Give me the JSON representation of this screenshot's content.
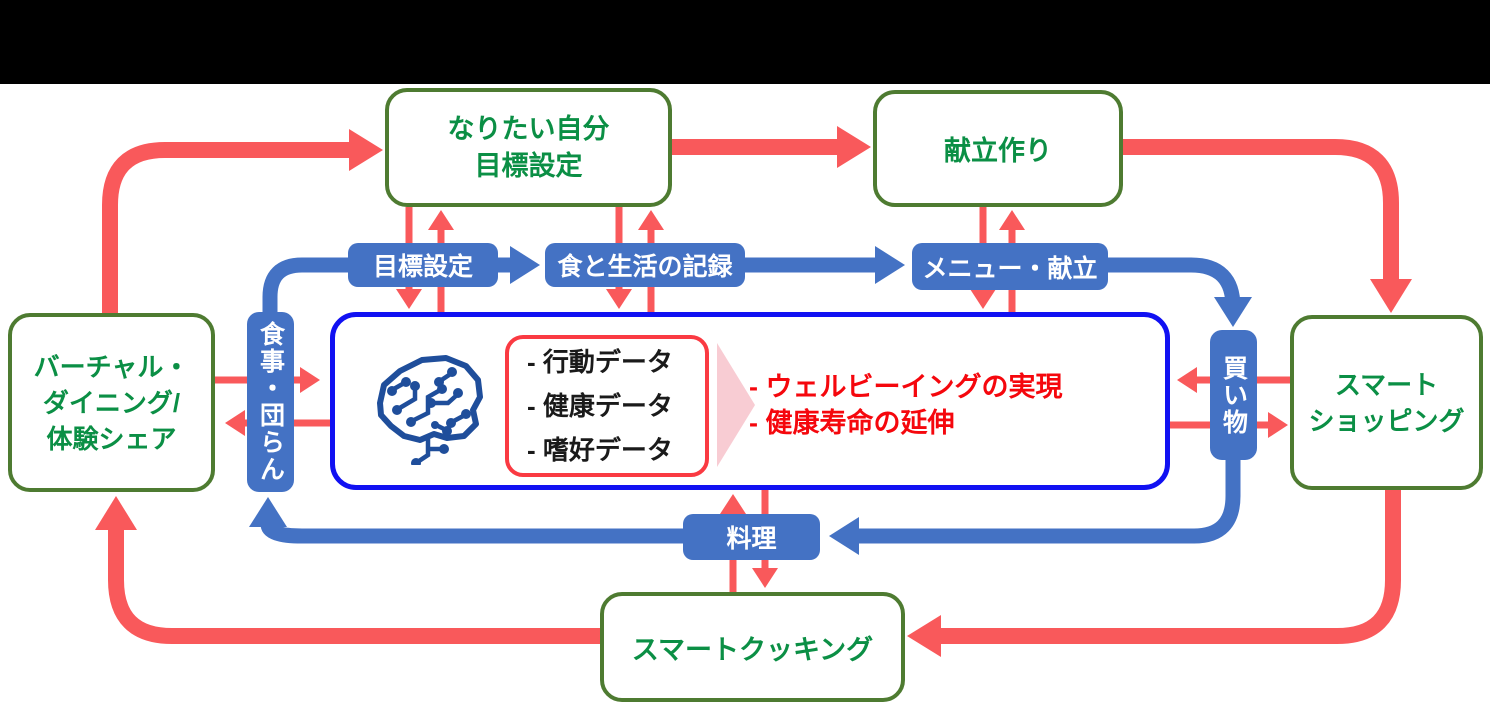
{
  "colors": {
    "red_arrow": "#f9595b",
    "blue": "#4472c4",
    "center_border": "#1111f2",
    "inner_red_border": "#fa3a42",
    "red_text": "#f5070d",
    "green_border": "#4e7b31",
    "green_text": "#0b8f45",
    "pink_arrow": "#f8ccd3",
    "brain_icon": "#1f4e9b"
  },
  "outer_boxes": {
    "goal": {
      "lines": [
        "なりたい自分",
        "目標設定"
      ]
    },
    "kondate": {
      "label": "献立作り"
    },
    "virtual_dining": {
      "lines": [
        "バーチャル・",
        "ダイニング/",
        "体験シェア"
      ]
    },
    "smart_shopping": {
      "lines": [
        "スマート",
        "ショッピング"
      ]
    },
    "smart_cooking": {
      "label": "スマートクッキング"
    }
  },
  "inner_labels": {
    "goal_setting": "目標設定",
    "food_life_log": "食と生活の記録",
    "menu_kondate": "メニュー・献立",
    "meal_danran": "食事・団らん",
    "shopping": "買い物",
    "cooking": "料理"
  },
  "center": {
    "data_items": [
      "- 行動データ",
      "- 健康データ",
      "- 嗜好データ"
    ],
    "outcomes": [
      "- ウェルビーイングの実現",
      "- 健康寿命の延伸"
    ]
  }
}
